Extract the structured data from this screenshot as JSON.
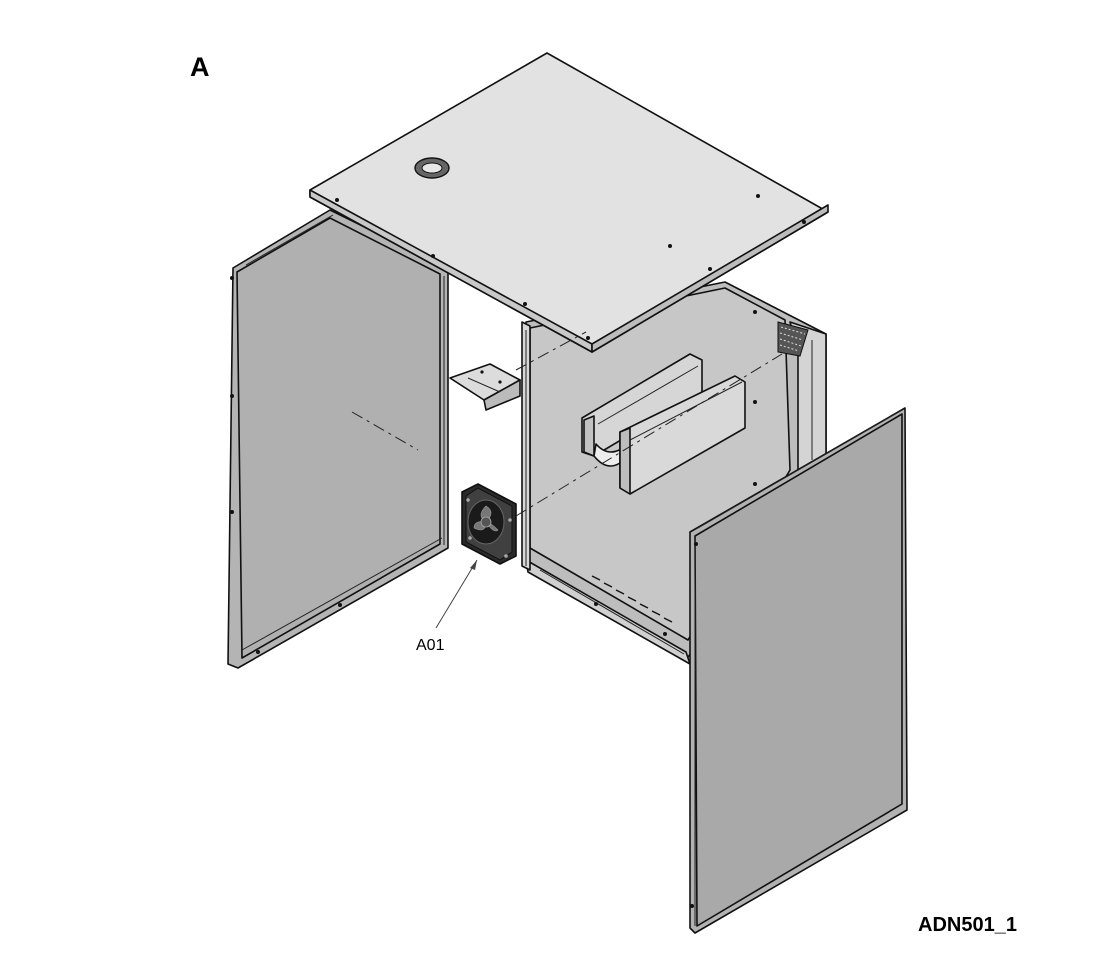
{
  "diagram": {
    "section_label": "A",
    "figure_id": "ADN501_1",
    "callouts": [
      {
        "label": "A01",
        "part": "fan"
      }
    ],
    "colors": {
      "panel_light": "#e0e0e0",
      "panel_mid": "#c4c4c4",
      "panel_dark": "#b0b0b0",
      "edge": "#111111",
      "fan": "#2a2a2a"
    }
  }
}
